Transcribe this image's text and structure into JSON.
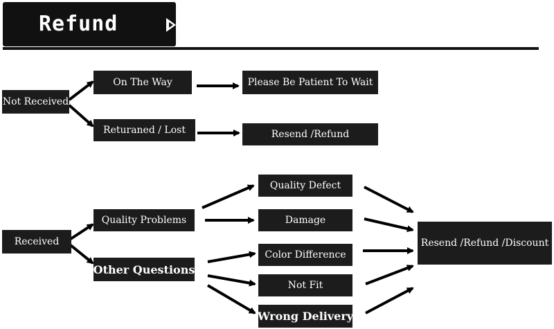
{
  "header": {
    "title": "Refund",
    "play_icon": "play-icon"
  },
  "not_received": {
    "label": "Not Received",
    "branches": [
      {
        "label": "On The Way",
        "result": "Please Be Patient  To Wait"
      },
      {
        "label": "Returaned / Lost",
        "result": "Resend /Refund"
      }
    ]
  },
  "received": {
    "label": "Received",
    "branches": [
      {
        "label": "Quality Problems"
      },
      {
        "label": "Other Questions"
      }
    ],
    "issues": [
      "Quality Defect",
      "Damage",
      "Color Difference",
      "Not Fit",
      "Wrong Delivery"
    ],
    "result": "Resend /Refund /Discount"
  },
  "colors": {
    "box": "#1c1c1c",
    "text": "#ffffff",
    "arrow": "#000000"
  }
}
